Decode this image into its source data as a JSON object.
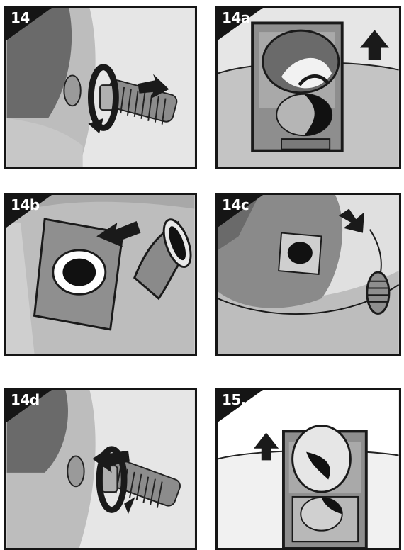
{
  "steps": [
    {
      "label": "14"
    },
    {
      "label": "14a"
    },
    {
      "label": "14b"
    },
    {
      "label": "14c"
    },
    {
      "label": "14d"
    },
    {
      "label": "15."
    }
  ],
  "colors": {
    "frame": "#151515",
    "panel_background": "#d9d9d9",
    "appliance_body": "#bdbdbd",
    "dark_shadow": "#5a5a5a",
    "arrow": "#1a1a1a"
  },
  "icons": [
    "arrow-up-icon",
    "arrow-right-icon",
    "arrow-left-icon",
    "arrow-down-icon",
    "rotate-icon"
  ]
}
